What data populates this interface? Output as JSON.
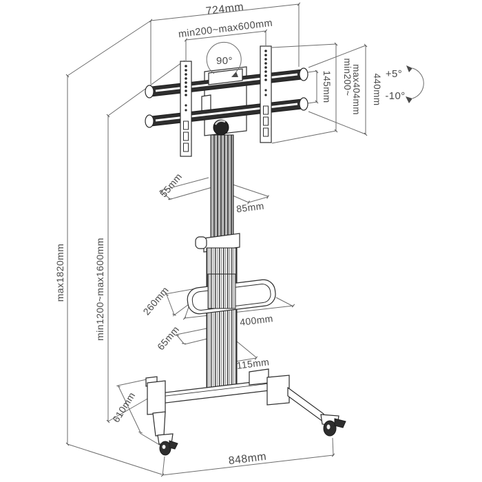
{
  "diagram": {
    "type": "technical-dimension-drawing",
    "subject": "mobile TV floor stand with casters",
    "background": "#ffffff",
    "line_color": "#2b2b2b",
    "dimension_line_color": "#6a6a6a",
    "text_color": "#4a4a4a",
    "labels": {
      "top_width": "724mm",
      "vesa_width_range": "min200~max600mm",
      "swivel_angle": "90°",
      "rail_gap": "145mm",
      "vesa_height_line1": "min200~",
      "vesa_height_line2": "max404mm",
      "bracket_height": "440mm",
      "tilt_up": "+5°",
      "tilt_down": "-10°",
      "overall_max_height": "max1820mm",
      "screen_height_range": "min1200~max1600mm",
      "upper_column_width": "55mm",
      "upper_column_depth": "85mm",
      "shelf_depth": "260mm",
      "shelf_width": "400mm",
      "lower_column_width": "65mm",
      "lower_column_depth": "115mm",
      "base_depth": "610mm",
      "base_width": "848mm"
    }
  }
}
